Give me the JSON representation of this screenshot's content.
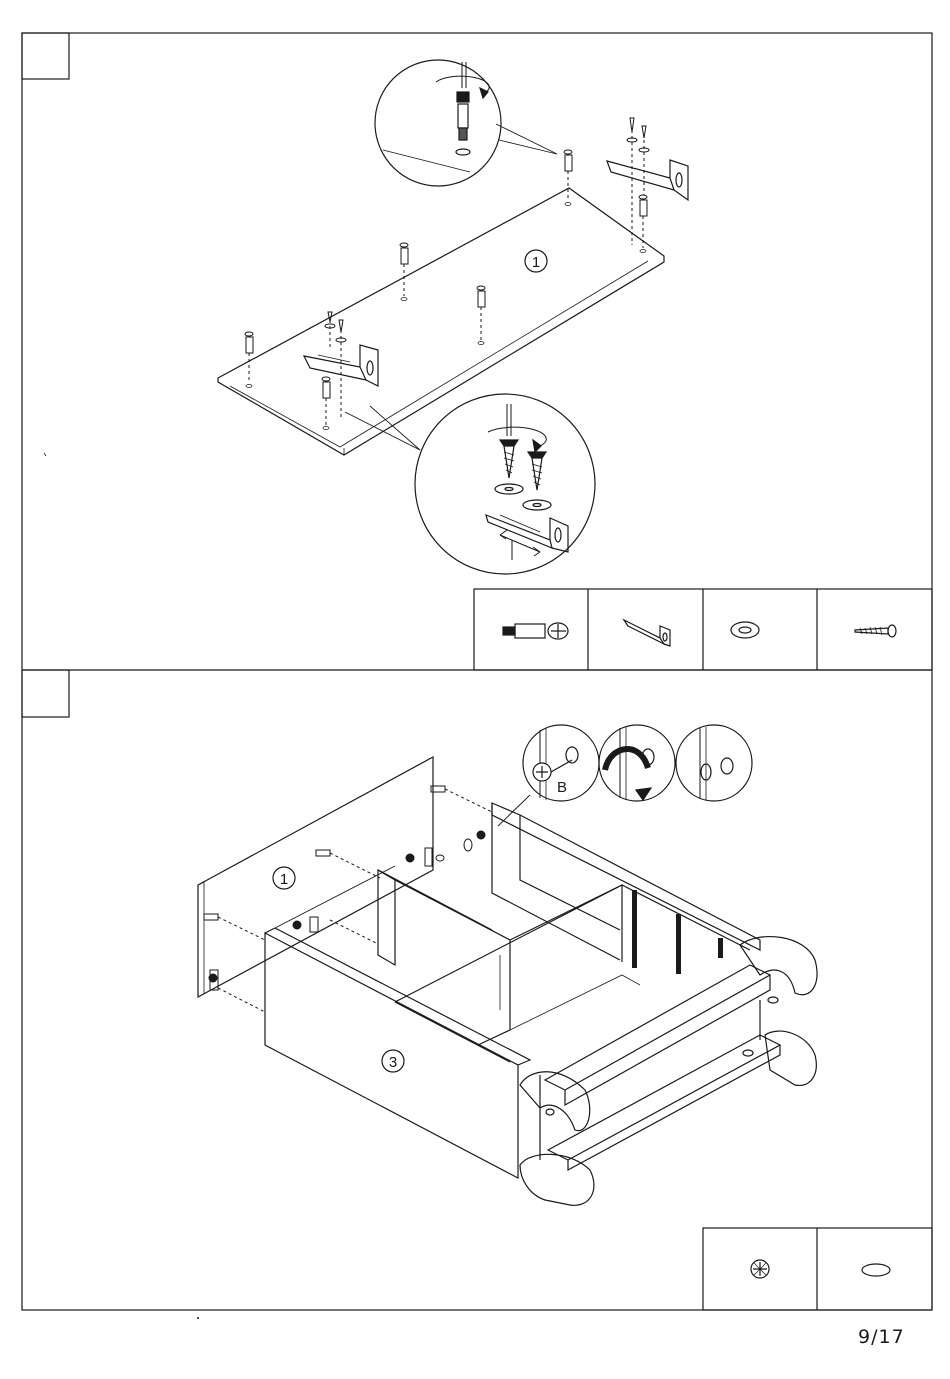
{
  "page": {
    "number": "9/17"
  },
  "step1": {
    "panel_number": "1",
    "detail_label": "",
    "parts": [
      {
        "icon": "cam-dowel-icon"
      },
      {
        "icon": "bracket-icon"
      },
      {
        "icon": "washer-icon"
      },
      {
        "icon": "screw-icon"
      }
    ]
  },
  "step2": {
    "panel_left": "1",
    "panel_front": "3",
    "detail_label": "B",
    "parts": [
      {
        "icon": "cam-lock-icon"
      },
      {
        "icon": "cover-cap-icon"
      }
    ]
  }
}
